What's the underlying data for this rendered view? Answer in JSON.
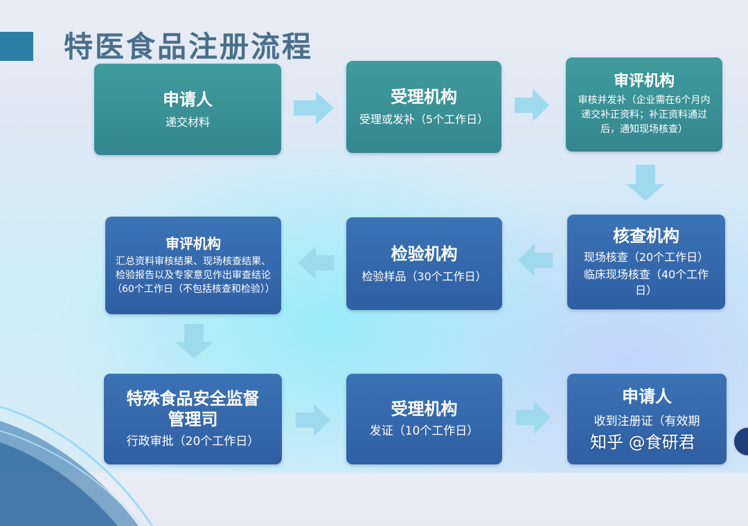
{
  "title": "特医食品注册流程",
  "colors": {
    "teal": "#3f9c9c",
    "blue": "#3b73b5",
    "arrow": "#9fd9ee",
    "title": "#4a6f8a"
  },
  "steps": [
    {
      "head": "申请人",
      "body": "递交材料"
    },
    {
      "head": "受理机构",
      "body": "受理或发补（5个工作日）"
    },
    {
      "head": "审评机构",
      "body": "审核并发补（企业需在6个月内递交补正资料；补正资料通过后，通知现场核查）"
    },
    {
      "head": "核查机构",
      "body1": "现场核查（20个工作日）",
      "body2": "临床现场核查（40个工作日）"
    },
    {
      "head": "检验机构",
      "body": "检验样品（30个工作日）"
    },
    {
      "head": "审评机构",
      "body": "汇总资料审核结果、现场核查结果、检验报告以及专家意见作出审查结论（60个工作日（不包括核查和检验））"
    },
    {
      "head": "特殊食品安全监督管理司",
      "body": "行政审批（20个工作日）"
    },
    {
      "head": "受理机构",
      "body": "发证（10个工作日）"
    },
    {
      "head": "申请人",
      "body": "收到注册证（有效期"
    }
  ],
  "watermark": "知乎 @食研君"
}
